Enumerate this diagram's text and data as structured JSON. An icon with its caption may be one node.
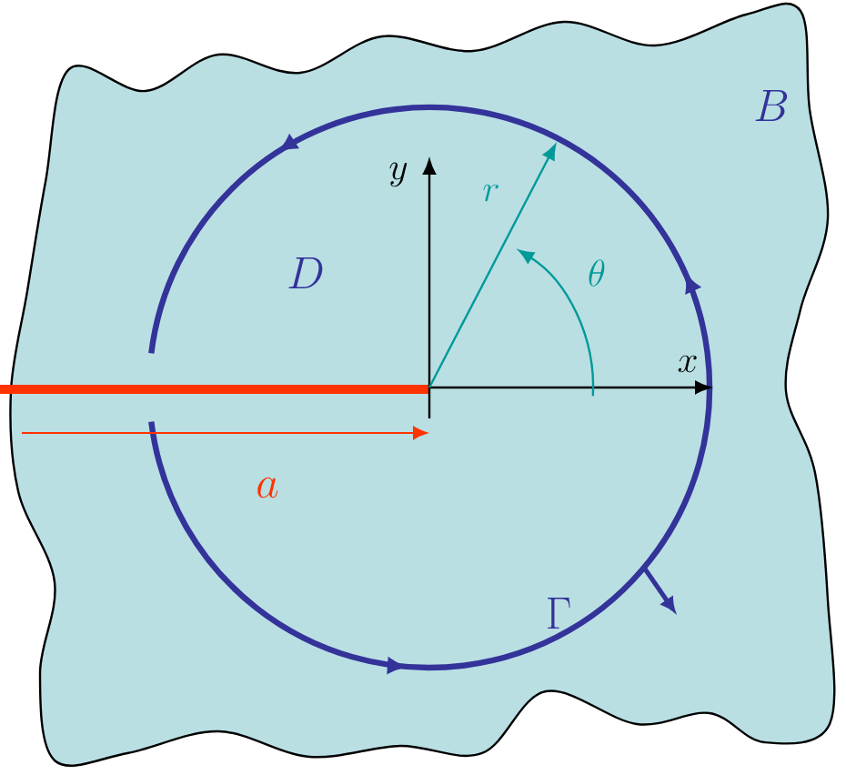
{
  "diagram": {
    "labels": [
      "B",
      "y",
      "r",
      "D",
      "\\theta",
      "x",
      "a",
      "\\Gamma"
    ]
  }
}
